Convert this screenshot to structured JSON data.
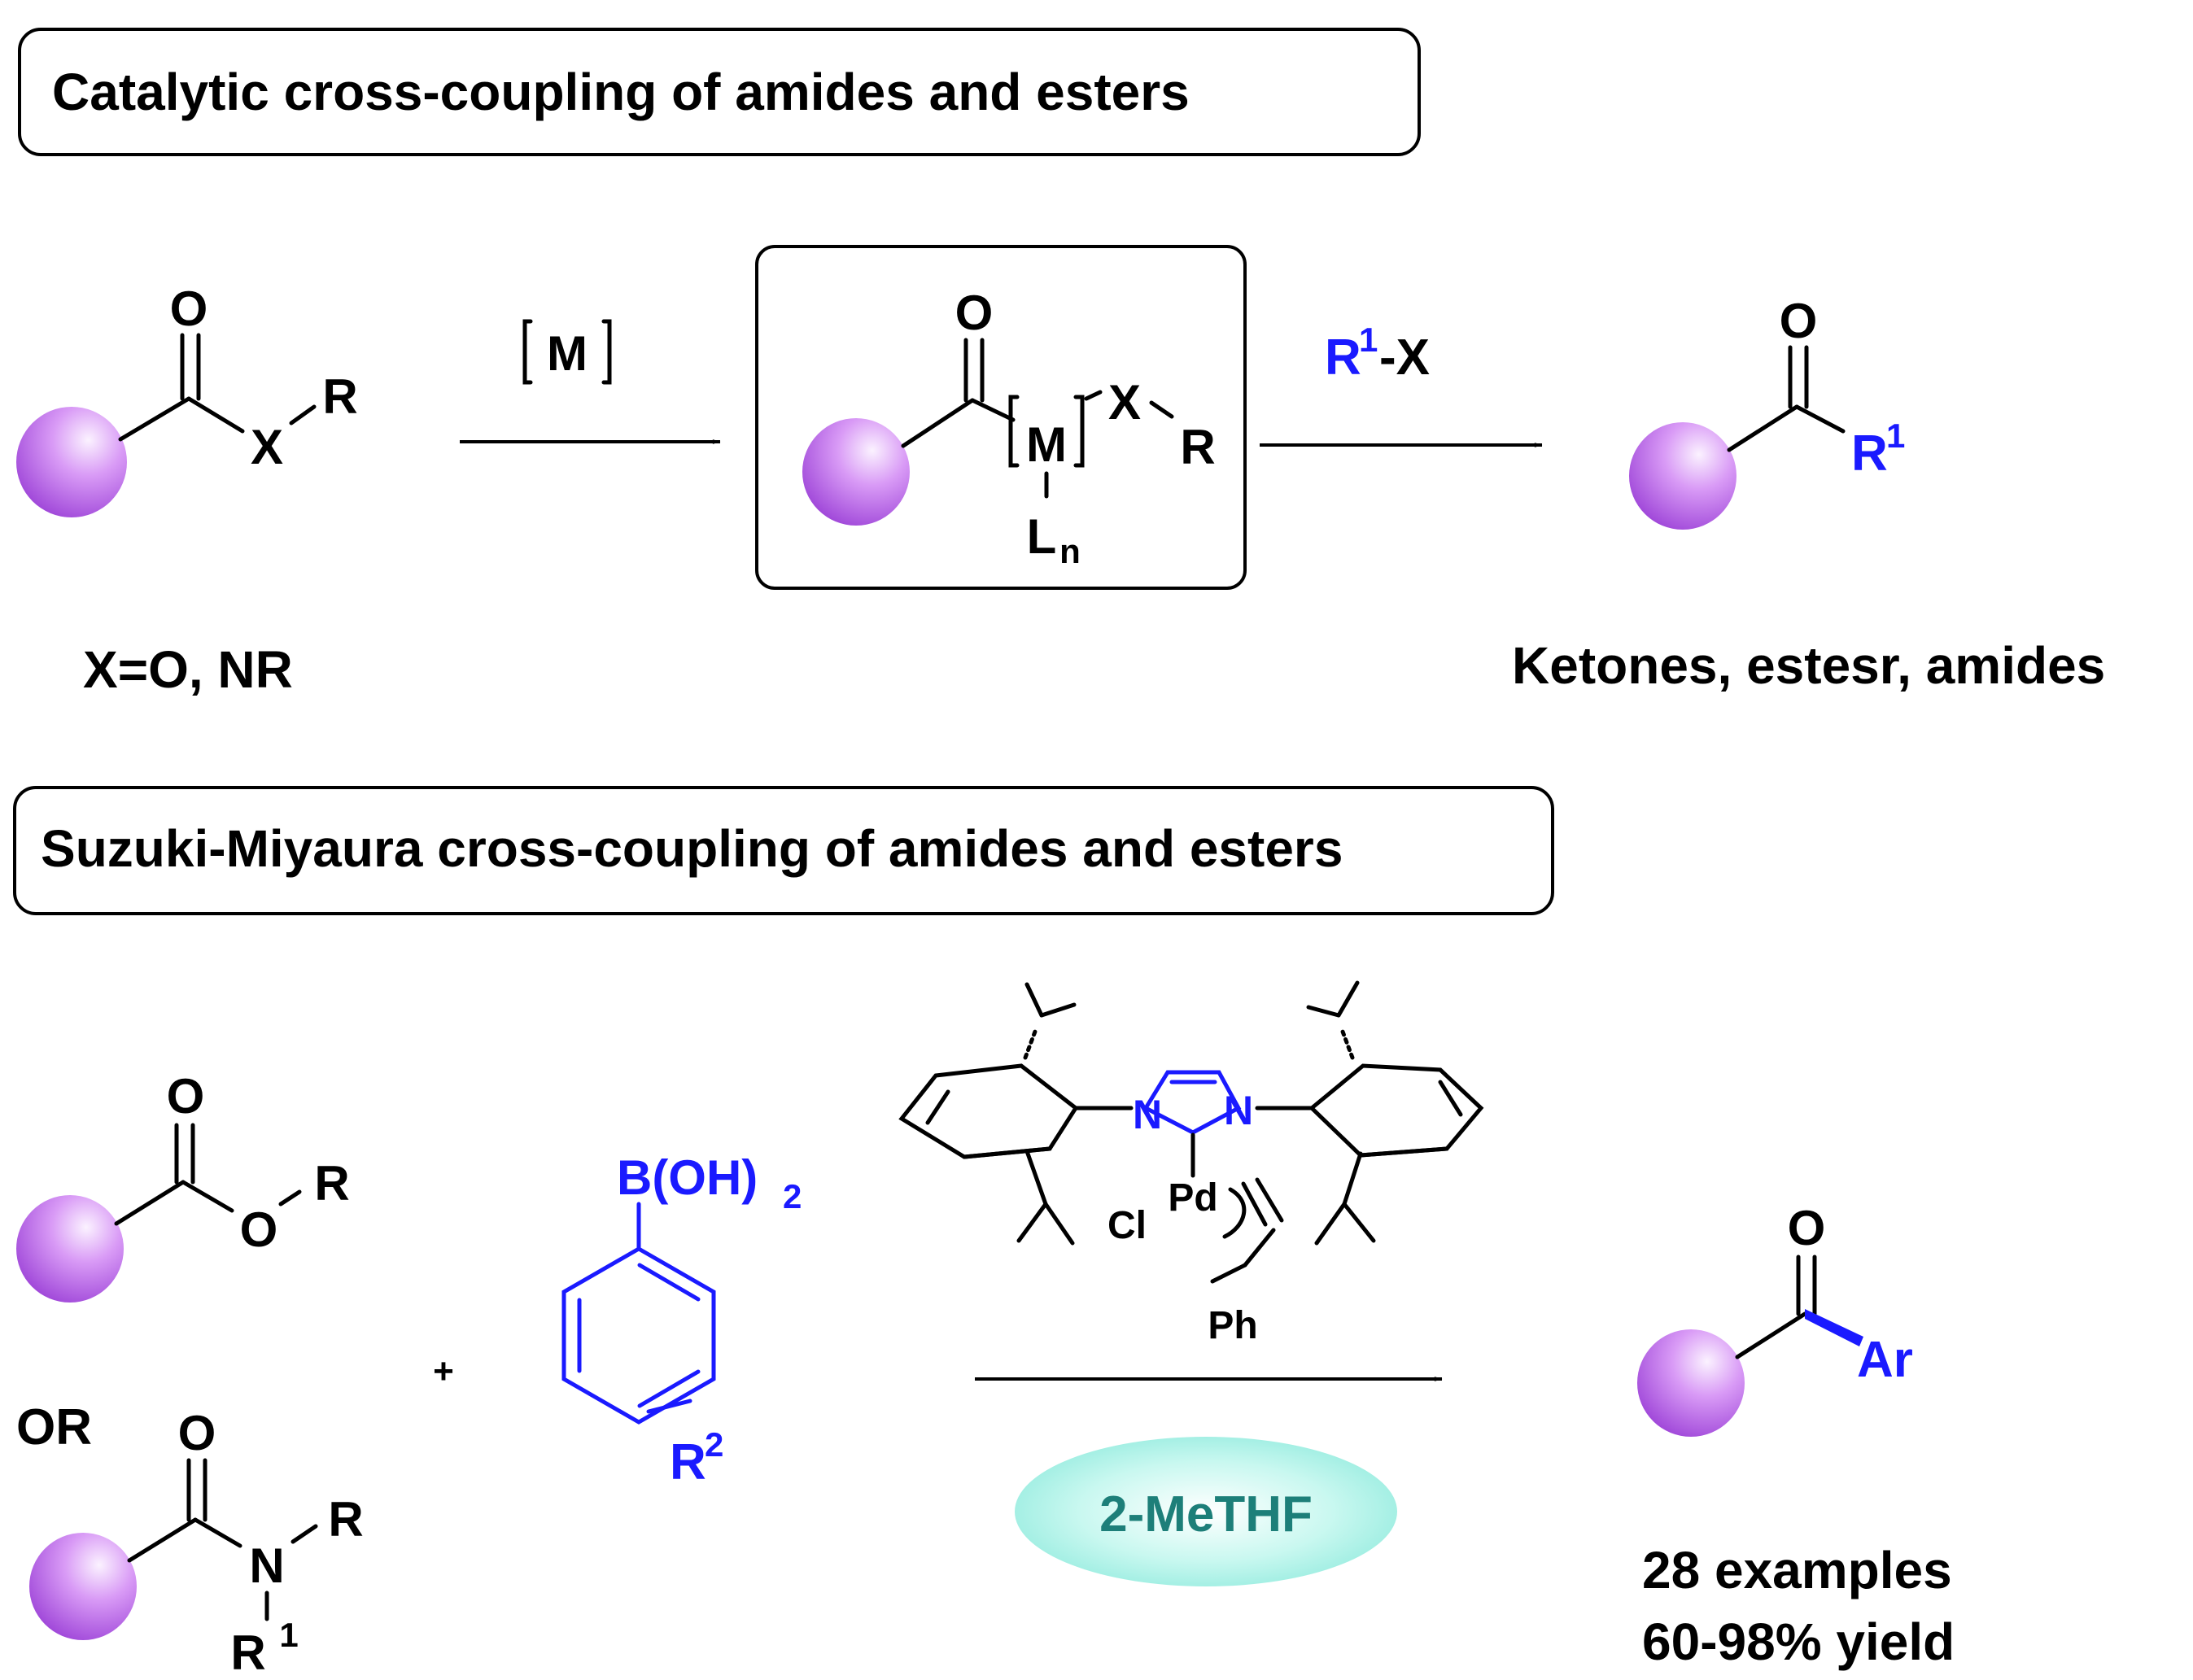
{
  "top_section": {
    "title": "Catalytic cross-coupling of amides and esters",
    "reactant": {
      "carbonyl_O": "O",
      "heteroatom": "X",
      "substituent": "R"
    },
    "arrow1_label": "M",
    "intermediate": {
      "carbonyl_O": "O",
      "metal": "M",
      "heteroatom": "X",
      "substituent": "R",
      "ligand": "L",
      "ligand_sub": "n"
    },
    "arrow2_label": {
      "main": "R",
      "sup": "1",
      "suffix": "-X"
    },
    "product": {
      "carbonyl_O": "O",
      "substituent": "R",
      "sup": "1"
    },
    "left_caption": "X=O, NR",
    "right_caption": "Ketones, estesr, amides"
  },
  "bottom_section": {
    "title": "Suzuki-Miyaura cross-coupling of amides and esters",
    "ester": {
      "carbonyl_O": "O",
      "ether_O": "O",
      "substituent": "R"
    },
    "or_label": "OR",
    "amide": {
      "carbonyl_O": "O",
      "nitrogen": "N",
      "substituent": "R",
      "n_sub": "R",
      "n_sub_sup": "1"
    },
    "plus": "+",
    "boronic_acid": {
      "group": "B(OH)",
      "group_sub": "2",
      "substituent": "R",
      "sup": "2"
    },
    "catalyst": {
      "n1": "N",
      "n2": "N",
      "metal": "Pd",
      "halide": "Cl",
      "phenyl": "Ph"
    },
    "solvent": "2-MeTHF",
    "product": {
      "carbonyl_O": "O",
      "aryl": "Ar"
    },
    "result_line1": "28 examples",
    "result_line2": "60-98% yield"
  },
  "colors": {
    "accent_blue": "#1a1aff",
    "sphere_purple": "#b65ee9",
    "solvent_teal": "#1d7f79",
    "solvent_fill": "#aef3e9"
  }
}
